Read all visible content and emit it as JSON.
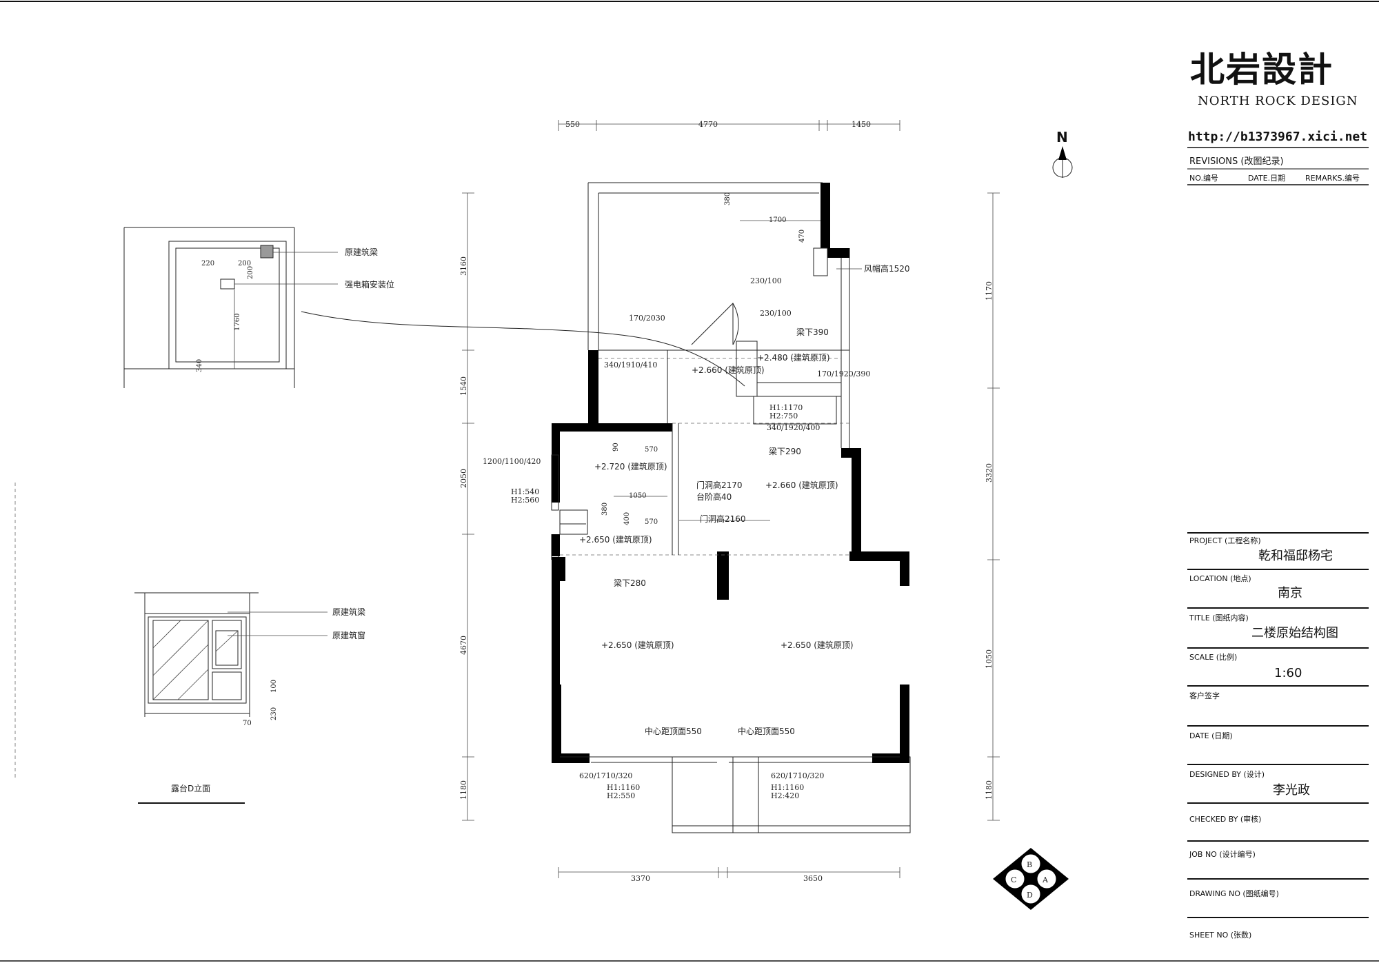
{
  "brand": {
    "logo_text": "北岩設計",
    "name_en": "NORTH ROCK DESIGN",
    "url": "http://b1373967.xici.net"
  },
  "north_label": "N",
  "revisions": {
    "title": "REVISIONS (改图纪录)",
    "col_no": "NO.编号",
    "col_date": "DATE.日期",
    "col_remark": "REMARKS.编号"
  },
  "title_block": {
    "project_label": "PROJECT (工程名称)",
    "project_value": "乾和福邸杨宅",
    "location_label": "LOCATION (地点)",
    "location_value": "南京",
    "title_label": "TITLE (图纸内容)",
    "title_value": "二楼原始结构图",
    "scale_label": "SCALE (比例)",
    "scale_value": "1:60",
    "client_label": "客户签字",
    "date_label": "DATE (日期)",
    "designed_label": "DESIGNED BY (设计)",
    "designed_value": "李光政",
    "checked_label": "CHECKED BY (审核)",
    "job_label": "JOB  NO (设计编号)",
    "drawing_label": "DRAWING NO (图纸编号)",
    "sheet_label": "SHEET NO (张数)"
  },
  "dims": {
    "top_1": "550",
    "top_2": "4770",
    "top_3": "1450",
    "left_1": "3160",
    "left_2": "1540",
    "left_3": "2050",
    "left_4": "4670",
    "left_5": "1180",
    "right_1": "1170",
    "right_2": "3320",
    "right_3": "1050",
    "right_4": "1180",
    "bottom_1": "3370",
    "bottom_2": "3650"
  },
  "plan_labels": {
    "d_380": "380",
    "d_1700": "1700",
    "d_470": "470",
    "hood": "风帽高1520",
    "w_230_100_a": "230/100",
    "w_230_100_b": "230/100",
    "w_170_2030": "170/2030",
    "beam_390": "梁下390",
    "ceil_2480": "+2.480 (建筑原顶)",
    "w_340_1910_410": "340/1910/410",
    "ceil_2660_a": "+2.660 (建筑原顶)",
    "w_170_1920_390": "170/1920/390",
    "h1_1170": "H1:1170",
    "h2_750": "H2:750",
    "w_340_1920_400": "340/1920/400",
    "d_90": "90",
    "d_570_a": "570",
    "beam_290": "梁下290",
    "w_1200_1100_420": "1200/1100/420",
    "ceil_2720": "+2.720 (建筑原顶)",
    "h1_540": "H1:540",
    "h2_560": "H2:560",
    "door_2170": "门洞高2170",
    "step_40": "台阶高40",
    "ceil_2660_b": "+2.660 (建筑原顶)",
    "d_1050": "1050",
    "d_380_b": "380",
    "d_400": "400",
    "d_570_b": "570",
    "door_2160": "门洞高2160",
    "ceil_2650_a": "+2.650 (建筑原顶)",
    "beam_280": "梁下280",
    "ceil_2650_b": "+2.650 (建筑原顶)",
    "ceil_2650_c": "+2.650 (建筑原顶)",
    "center_550_a": "中心距顶面550",
    "center_550_b": "中心距顶面550",
    "w_620_1710_320_a": "620/1710/320",
    "h1_1160_a": "H1:1160",
    "h2_550": "H2:550",
    "w_620_1710_320_b": "620/1710/320",
    "h1_1160_b": "H1:1160",
    "h2_420": "H2:420"
  },
  "detail_top": {
    "beam_label": "原建筑梁",
    "box_label": "强电箱安装位",
    "d_220": "220",
    "d_200a": "200",
    "d_200b": "200",
    "d_1760": "1760",
    "d_340": "340"
  },
  "detail_bottom": {
    "beam_label": "原建筑梁",
    "window_label": "原建筑窗",
    "d_100": "100",
    "d_230": "230",
    "d_70": "70",
    "title": "露台D立面"
  },
  "compass": {
    "b": "B",
    "c": "C",
    "a": "A",
    "d": "D"
  }
}
